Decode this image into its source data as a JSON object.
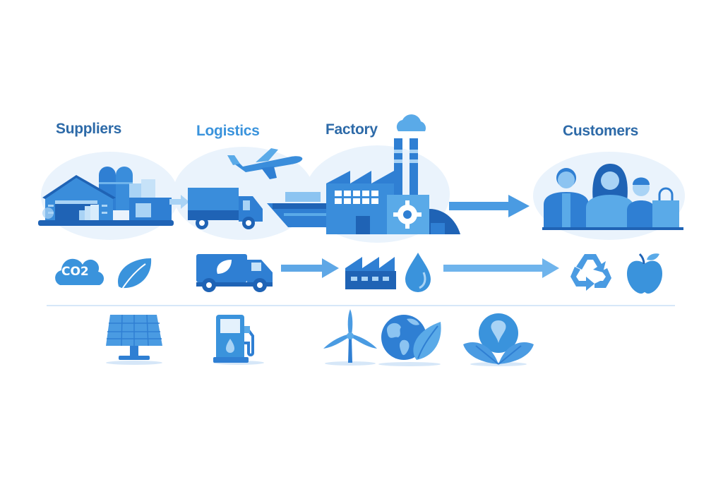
{
  "diagram": {
    "type": "supply-chain-flow",
    "colors": {
      "title_dark": "#2d6aa8",
      "title_light": "#3a93dc",
      "primary": "#2f7fd3",
      "dark": "#1f63b5",
      "light": "#5aaae8",
      "pale": "#a9d3f5",
      "blob": "#eaf3fc",
      "arrow": "#5ea7e6"
    },
    "stages": [
      {
        "id": "suppliers",
        "label": "Suppliers",
        "icon": "warehouse-with-silos-icon"
      },
      {
        "id": "logistics",
        "label": "Logistics",
        "icon": "truck-plane-ship-icon"
      },
      {
        "id": "factory",
        "label": "Factory",
        "icon": "factory-with-gear-icon"
      },
      {
        "id": "customers",
        "label": "Customers",
        "icon": "customer-family-icon"
      }
    ],
    "impact_row": [
      {
        "icon": "co2-cloud-icon",
        "text": "CO2"
      },
      {
        "icon": "leaf-icon"
      },
      {
        "icon": "eco-delivery-truck-icon"
      },
      {
        "icon": "arrow-right-icon"
      },
      {
        "icon": "factory-icon"
      },
      {
        "icon": "water-drop-icon"
      },
      {
        "icon": "arrow-right-icon"
      },
      {
        "icon": "recycle-icon"
      },
      {
        "icon": "apple-icon"
      }
    ],
    "renewables_row": [
      {
        "icon": "solar-panel-icon"
      },
      {
        "icon": "fuel-pump-icon"
      },
      {
        "icon": "wind-turbine-icon"
      },
      {
        "icon": "globe-leaf-icon"
      },
      {
        "icon": "sprout-location-icon"
      }
    ]
  }
}
